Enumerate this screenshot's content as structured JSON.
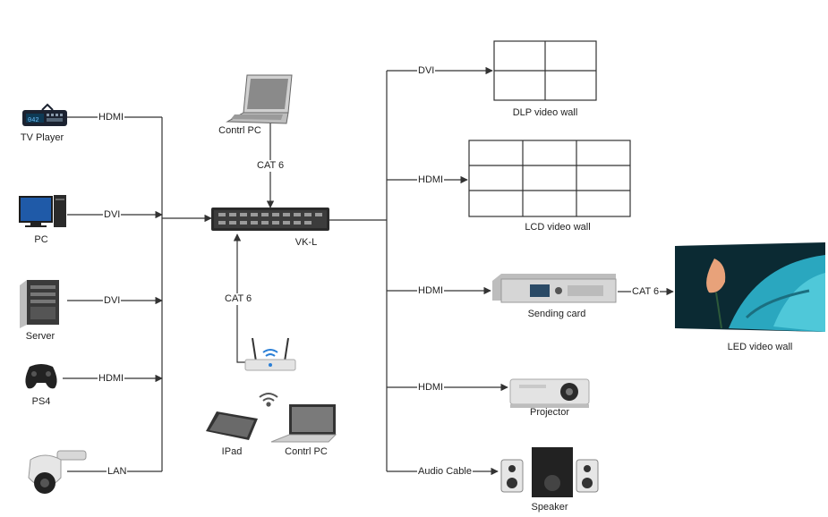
{
  "sources": {
    "tv_player": {
      "label": "TV Player",
      "display_text": "042",
      "link": "HDMI"
    },
    "pc": {
      "label": "PC",
      "link": "DVI"
    },
    "server": {
      "label": "Server",
      "link": "DVI"
    },
    "ps4": {
      "label": "PS4",
      "link": "HDMI"
    },
    "camera": {
      "label": "",
      "link": "LAN"
    }
  },
  "processor": {
    "label": "VK-L"
  },
  "control": {
    "top_pc_label": "Contrl PC",
    "top_link": "CAT 6",
    "bottom_link": "CAT 6",
    "ipad_label": "IPad",
    "bottom_pc_label": "Contrl PC"
  },
  "outputs": {
    "dlp": {
      "label": "DLP video wall",
      "link": "DVI"
    },
    "lcd": {
      "label": "LCD video wall",
      "link": "HDMI"
    },
    "sending_card": {
      "label": "Sending card",
      "link": "HDMI",
      "out_link": "CAT 6"
    },
    "led": {
      "label": "LED video wall"
    },
    "projector": {
      "label": "Projector",
      "link": "HDMI"
    },
    "speaker": {
      "label": "Speaker",
      "link": "Audio Cable"
    }
  },
  "colors": {
    "line": "#333333",
    "wifi": "#2b7fd6",
    "led_bg": "#0b2a33",
    "led_leaf": "#4fc8d9",
    "flower": "#e8a27a"
  }
}
